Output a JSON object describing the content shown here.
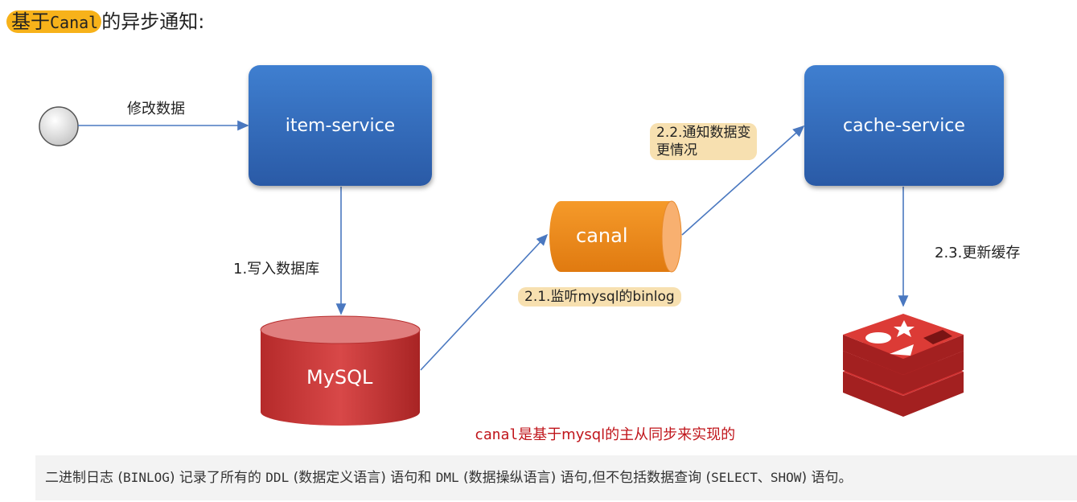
{
  "title": {
    "prefix": "基于",
    "code": "Canal",
    "suffix": "的异步通知:"
  },
  "nodes": {
    "item_service": "item-service",
    "cache_service": "cache-service",
    "canal": "canal",
    "mysql": "MySQL"
  },
  "edges": {
    "modify_data": "修改数据",
    "write_db": "1.写入数据库",
    "listen_binlog": "2.1.监听mysql的binlog",
    "notify_line1": "2.2.通知数据变",
    "notify_line2": "更情况",
    "update_cache": "2.3.更新缓存"
  },
  "caption": {
    "code": "canal",
    "text": "是基于mysql的主从同步来实现的"
  },
  "note": {
    "p1": "二进制日志 (",
    "c1": "BINLOG",
    "p2": ") 记录了所有的 ",
    "c2": "DDL",
    "p3": " (数据定义语言) 语句和 ",
    "c3": "DML",
    "p4": " (数据操纵语言) 语句,但不包括数据查询 (",
    "c4": "SELECT、SHOW",
    "p5": ") 语句。"
  },
  "colors": {
    "accent": "#f7b21a",
    "box_blue": "#2f66b5",
    "canal_orange": "#f08a1c",
    "mysql_red": "#c93a3a",
    "arrow": "#4a78c0",
    "caption_red": "#c0151b"
  },
  "icons": {
    "start": "start-circle-icon",
    "cache": "redis-icon"
  }
}
